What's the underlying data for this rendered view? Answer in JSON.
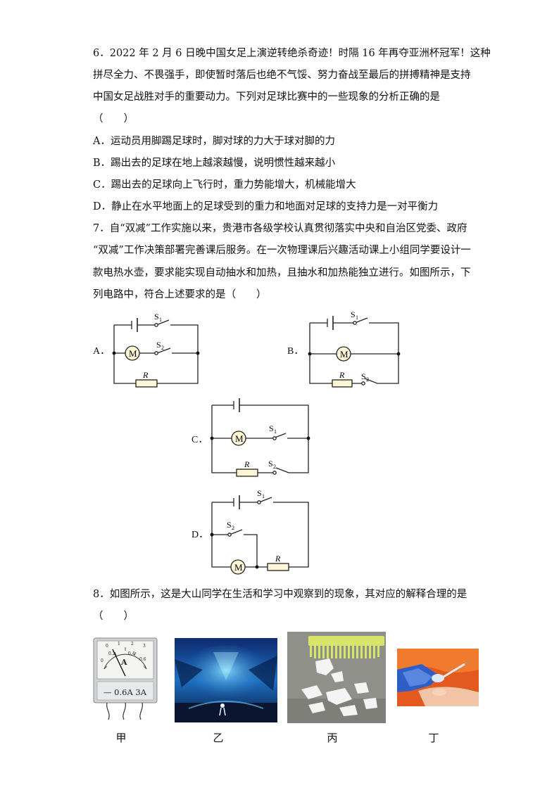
{
  "q6": {
    "lines": [
      "6．2022 年 2 月 6 日晚中国女足上演逆转绝杀奇迹！时隔 16 年再夺亚洲杯冠军！这种",
      "拼尽全力、不畏强手，即使暂时落后也绝不气馁、努力奋战至最后的拼搏精神是支持",
      "中国女足战胜对手的重要动力。下列对足球比赛中的一些现象的分析正确的是",
      "（　　）"
    ],
    "options": [
      "A．运动员用脚踢足球时，脚对球的力大于球对脚的力",
      "B．踢出去的足球在地上越滚越慢，说明惯性越来越小",
      "C．踢出去的足球向上飞行时，重力势能增大，机械能增大",
      "D．静止在水平地面上的足球受到的重力和地面对足球的支持力是一对平衡力"
    ]
  },
  "q7": {
    "lines": [
      "7．自“双减”工作实施以来，贵港市各级学校认真贯彻落实中央和自治区党委、政府",
      "“双减”工作决策部署完善课后服务。在一次物理课后兴趣活动课上小组同学要设计一",
      "款电热水壶，要求能实现自动抽水和加热，且抽水和加热能独立进行。如图所示，下",
      "列电路中，符合上述要求的是（　　）"
    ],
    "circuits": {
      "a": {
        "label": "A．",
        "s1": "S",
        "s1sub": "1",
        "s2": "S",
        "s2sub": "2",
        "motor": "M",
        "resistor": "R"
      },
      "b": {
        "label": "B．",
        "s1": "S",
        "s1sub": "1",
        "s2": "S",
        "s2sub": "2",
        "motor": "M",
        "resistor": "R"
      },
      "c": {
        "label": "C．",
        "s1": "S",
        "s1sub": "1",
        "s2": "S",
        "s2sub": "2",
        "motor": "M",
        "resistor": "R"
      },
      "d": {
        "label": "D．",
        "s1": "S",
        "s1sub": "1",
        "s2": "S",
        "s2sub": "2",
        "motor": "M",
        "resistor": "R"
      }
    }
  },
  "q8": {
    "lines": [
      "8．如图所示，这是大山同学在生活和学习中观察到的现象，其对应的解释合理的是",
      "（　　）"
    ],
    "ammeter": {
      "unit": "A",
      "scale": [
        "0",
        "0.2",
        "0.4",
        "0.6"
      ],
      "top_scale": [
        "0",
        "1",
        "2",
        "3"
      ],
      "terminals": "— 0.6A 3A"
    },
    "pictures": [
      {
        "label": "甲",
        "icon": "ammeter-photo"
      },
      {
        "label": "乙",
        "icon": "stage-light-photo"
      },
      {
        "label": "丙",
        "icon": "comb-paper-photo"
      },
      {
        "label": "丁",
        "icon": "injection-photo"
      }
    ]
  }
}
